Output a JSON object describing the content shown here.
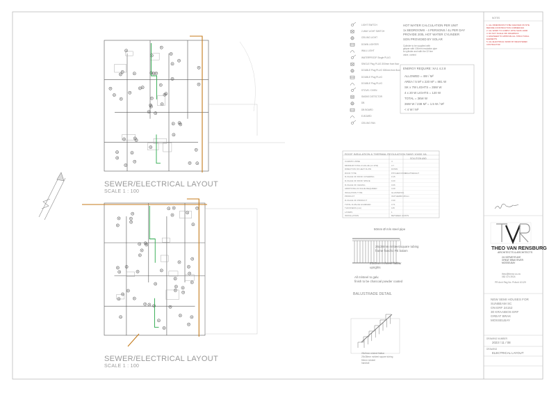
{
  "plans": {
    "upper_title": "SEWER/ELECTRICAL LAYOUT",
    "upper_scale": "SCALE 1 : 100",
    "lower_title": "SEWER/ELECTRICAL LAYOUT",
    "lower_scale": "SCALE 1 : 100"
  },
  "legend": {
    "items": [
      "LIGHT SWITCH",
      "2-WAY LIGHT SWITCH",
      "CEILING LIGHT",
      "DOWN LIGHTER",
      "WALL LIGHT",
      "WATERPROOF Single PLUG",
      "SINGLE Plug PLUG 300mm from floor",
      "DOUBLE Plug PLUG 300mm from floor",
      "DOUBLE Plug PLUG",
      "DOUBLE Plug PLUG",
      "STOVE / OVEN",
      "SMOKE DETECTOR",
      "DB",
      "DB BOARD",
      "E-BOARD",
      "CEILING FAN"
    ]
  },
  "notes": {
    "hot_water": [
      "HOT WATER CALCULATION PER UNIT",
      "1x BEDROOMS - 4 PERSONS / 4L PER DAY",
      "PROVIDE 200L HOT WATER CYLINDER",
      "SON PROVIDED BY SOLAR"
    ],
    "hot_water_small": [
      "Cylinder to be supplied with",
      "geyser with 100mm insulation pipe",
      "to cylinder and with the 22 line",
      "valve, control"
    ],
    "energy_title": "ENERGY REQUIRE: XA1 4.2.8",
    "energy_lines": [
      "ALLOWED = 4W / M²",
      "AREA / 5 M² x 220 M² = 881 W",
      "SK x 7W LIGHTS = 35W W",
      "4 x 20 W LIGHTS = 120 W",
      "TOTAL = 36W W",
      "36W W / 238 M² = 1.5 W / M²",
      "< 4 W / M²"
    ]
  },
  "thermal_table": {
    "title": "ROOF INSULATION & THERMAL REGULATION SANS 10400 XA",
    "col_header": "SOLUTION AND",
    "rows": [
      [
        "CLIMATIC ZONE",
        "4",
        ""
      ],
      [
        "MINIMUM TOTAL R-VALUE (m².K/W)",
        "3.7",
        ""
      ],
      [
        "DIRECTION OF HEAT FLOW",
        "DOWN",
        ""
      ],
      [
        "ROOF TYPE",
        "PITCHED ROOF",
        "LIGHTWEIGHT"
      ],
      [
        "R-VALUE OF ROOF COVERING",
        "0.15",
        ""
      ],
      [
        "R-VALUE OF ROOF SPACE",
        "0.20",
        ""
      ],
      [
        "R-VALUE OF CEILING",
        "0.06",
        ""
      ],
      [
        "ADDITIONAL R-VALUE REQUIRED",
        "3.29",
        ""
      ],
      [
        "INSULATION TYPE",
        "GLASSWOOL",
        ""
      ],
      [
        "PRODUCT",
        "ISOTHERM 135mm",
        ""
      ],
      [
        "R-VALUE OF PRODUCT",
        "3.30",
        ""
      ],
      [
        "TOTAL R-VALUE ACHIEVED",
        "3.71",
        ""
      ],
      [
        "THICKNESS (mm)",
        "135",
        ""
      ],
      [
        "LAYERS",
        "1",
        ""
      ],
      [
        "INSTALLATION",
        "BETWEEN JOISTS",
        ""
      ]
    ]
  },
  "balustrade": {
    "note1": "50mm Ø m/s steel pipe",
    "note2a": "25x38mm m/steel square tubing",
    "note2b": "frame fixed to FE balam",
    "note3": "25x5mm m/steel flatbar",
    "note3b": "uprights",
    "note4a": "All m/steel to galv.",
    "note4b": "finish to be charcoal powder coated",
    "title": "BALUSTRADE DETAIL",
    "stair_note1": "25x5mm m/steel flatbar",
    "stair_note2": "25x38mm m/steel square tubing",
    "stair_note3a": "50mm m/steel",
    "stair_note3b": "handrail"
  },
  "title_block": {
    "notes_header": "NOTES",
    "notes_lines": [
      "1. ALL DIMENSIONS TO BE CHECKED ON SITE",
      "   BEFORE CONSTRUCTION COMMENCES",
      "2. ALL WORK TO COMPLY WITH SANS 10400",
      "3. DO NOT SCALE OFF DRAWINGS",
      "4. ENGINEER TO APPROVE ALL STRUCTURAL",
      "   ELEMENTS",
      "5. ALL ELECTRICAL WORK BY REGISTERED",
      "   CONTRACTOR"
    ],
    "company": "THEO VAN RENSBURG",
    "company_sub": "ARCHITECTS & ARCHITECTS",
    "address": [
      "24 HOFMEYR AVE",
      "GREAT BRAK RIVER",
      "MOSSELBAY"
    ],
    "contact": [
      "theo@theovr.co.za",
      "082 474 3924"
    ],
    "sacap": "PR Arch Reg No. PrArch 10129",
    "project": [
      "NEW SEMI HOUSES FOR",
      "SUNBEAM SC",
      "ON ERF 24152",
      "30 KRAAIBOS ERF",
      "GREAT BRAK",
      "MOSSELBAY"
    ],
    "date_label": "DRAWING NUMBER",
    "date_value": "2023 / 11 / 08",
    "sheet_label": "DRAWING",
    "sheet_value": "ELECTRICAL LAYOUT"
  }
}
